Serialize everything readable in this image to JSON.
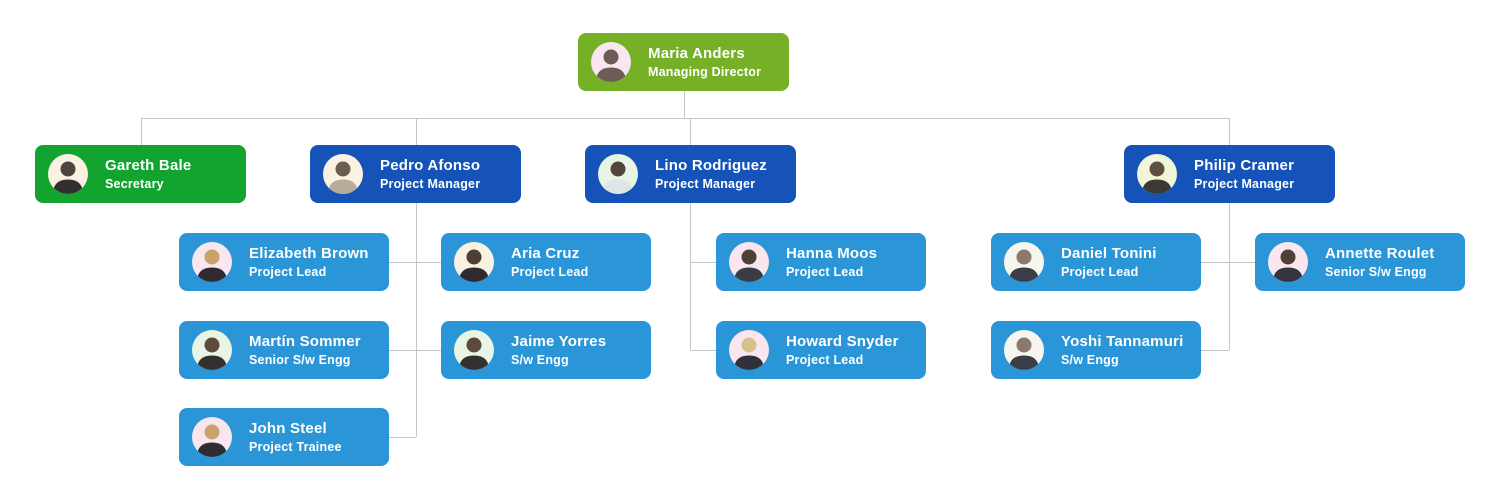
{
  "diagram": {
    "type": "organizational-chart",
    "colors": {
      "managing_director_node": "#76B027",
      "secretary_node": "#12A42F",
      "project_manager_node": "#1553B8",
      "team_member_node": "#2A96D8",
      "connector": "#C6C6C6",
      "node_text": "#FFFFFF",
      "background": "#FFFFFF"
    },
    "nodes": [
      {
        "name": "Maria Anders",
        "title": "Managing Director",
        "role": "managing-director",
        "reports_to": null
      },
      {
        "name": "Gareth Bale",
        "title": "Secretary",
        "role": "secretary",
        "reports_to": "Maria Anders"
      },
      {
        "name": "Pedro Afonso",
        "title": "Project Manager",
        "role": "project-manager",
        "reports_to": "Maria Anders"
      },
      {
        "name": "Lino Rodriguez",
        "title": "Project Manager",
        "role": "project-manager",
        "reports_to": "Maria Anders"
      },
      {
        "name": "Philip Cramer",
        "title": "Project Manager",
        "role": "project-manager",
        "reports_to": "Maria Anders"
      },
      {
        "name": "Elizabeth Brown",
        "title": "Project Lead",
        "role": "team-member",
        "reports_to": "Pedro Afonso"
      },
      {
        "name": "Aria Cruz",
        "title": "Project Lead",
        "role": "team-member",
        "reports_to": "Pedro Afonso"
      },
      {
        "name": "Martín Sommer",
        "title": "Senior S/w Engg",
        "role": "team-member",
        "reports_to": "Pedro Afonso"
      },
      {
        "name": "Jaime Yorres",
        "title": "S/w Engg",
        "role": "team-member",
        "reports_to": "Pedro Afonso"
      },
      {
        "name": "John Steel",
        "title": "Project Trainee",
        "role": "team-member",
        "reports_to": "Pedro Afonso"
      },
      {
        "name": "Hanna Moos",
        "title": "Project Lead",
        "role": "team-member",
        "reports_to": "Lino Rodriguez"
      },
      {
        "name": "Howard Snyder",
        "title": "Project Lead",
        "role": "team-member",
        "reports_to": "Lino Rodriguez"
      },
      {
        "name": "Daniel Tonini",
        "title": "Project Lead",
        "role": "team-member",
        "reports_to": "Philip Cramer"
      },
      {
        "name": "Annette Roulet",
        "title": "Senior S/w Engg",
        "role": "team-member",
        "reports_to": "Philip Cramer"
      },
      {
        "name": "Yoshi Tannamuri",
        "title": "S/w Engg",
        "role": "team-member",
        "reports_to": "Philip Cramer"
      }
    ]
  }
}
